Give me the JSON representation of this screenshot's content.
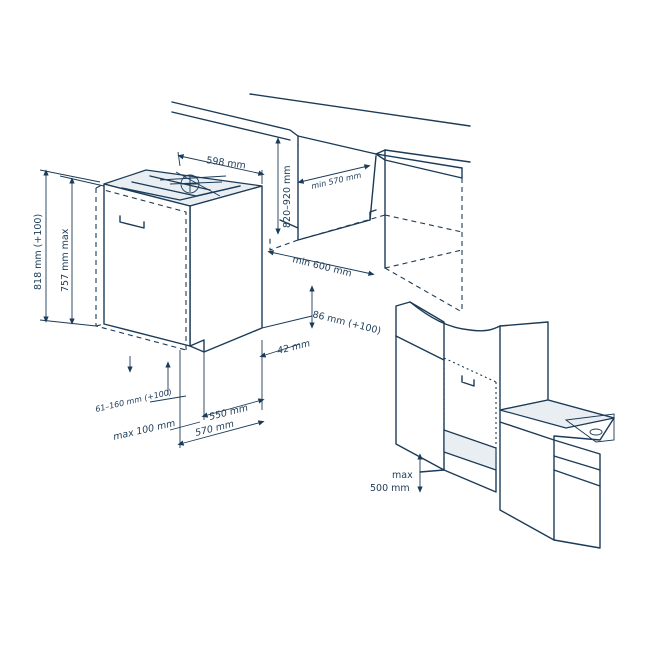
{
  "dimensions": {
    "width_598": "598 mm",
    "height_818": "818 mm (+100)",
    "height_757": "757 mm max",
    "niche_820_920": "820–920 mm",
    "depth_min_570": "min 570 mm",
    "width_min_600": "min 600 mm",
    "plinth_86": "86 mm (+100)",
    "gap_42": "42 mm",
    "depth_550": "550 mm",
    "depth_570": "570 mm",
    "plinth_61_160": "61–160 mm (+100)",
    "plinth_max_100": "max 100 mm",
    "door_max": "max",
    "door_500": "500 mm"
  },
  "colors": {
    "line": "#1c3b57",
    "fill_light": "#e9eef3"
  }
}
